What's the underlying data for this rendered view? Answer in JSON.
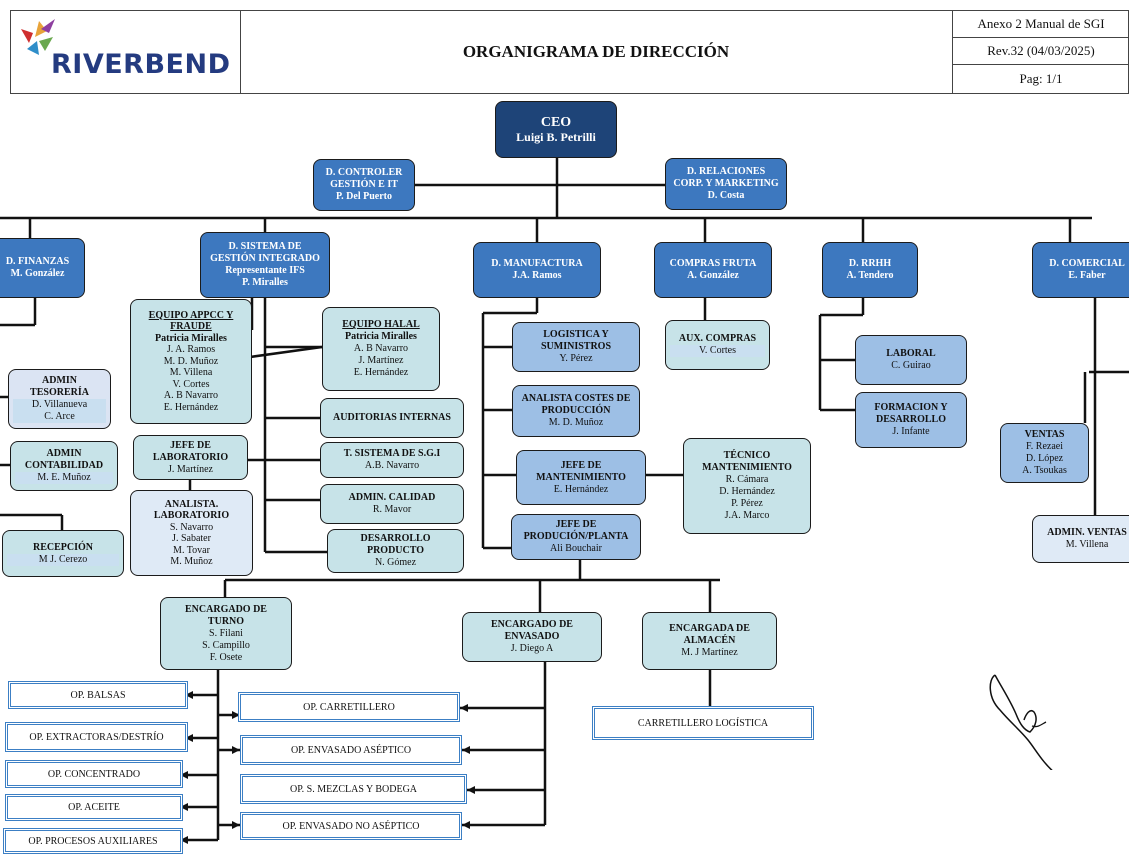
{
  "header": {
    "logo_text": "RIVERBEND",
    "title": "ORGANIGRAMA DE DIRECCIÓN",
    "annex": "Anexo 2 Manual de SGI",
    "revision": "Rev.32 (04/03/2025)",
    "page": "Pag: 1/1"
  },
  "colors": {
    "navy": "#1e4478",
    "blue": "#3d78bf",
    "light_blue": "#9dbfe5",
    "teal": "#c7e3e8",
    "border": "#3c7fc4"
  },
  "ceo": {
    "title": "CEO",
    "name": "Luigi B. Petrilli"
  },
  "controller": {
    "title": "D. CONTROLER\nGESTIÓN E IT",
    "name": "P. Del Puerto"
  },
  "relations": {
    "title": "D. RELACIONES\nCORP. Y MARKETING",
    "name": "D. Costa"
  },
  "finance": {
    "title": "D. FINANZAS",
    "name": "M. González"
  },
  "sgi": {
    "title": "D. SISTEMA DE\nGESTIÓN INTEGRADO\nRepresentante IFS",
    "name": "P. Miralles"
  },
  "manufacturing": {
    "title": "D.  MANUFACTURA",
    "name": "J.A. Ramos"
  },
  "fruit": {
    "title": "COMPRAS FRUTA",
    "name": "A. González"
  },
  "hr": {
    "title": "D. RRHH",
    "name": "A. Tendero"
  },
  "commercial": {
    "title": "D.  COMERCIAL",
    "name": "E. Faber"
  },
  "treasury": {
    "title": "ADMIN\nTESORERÍA",
    "name": "D. Villanueva\nC. Arce"
  },
  "accounting": {
    "title": "ADMIN\nCONTABILIDAD",
    "name": "M. E. Muñoz"
  },
  "reception": {
    "title": "RECEPCIÓN",
    "name": "M J. Cerezo"
  },
  "appcc": {
    "title": "EQUIPO APPCC Y\nFRAUDE",
    "lead": "Patricia Miralles",
    "names": "J. A. Ramos\nM. D. Muñoz\nM. Villena\nV. Cortes\nA. B Navarro\nE. Hernández"
  },
  "lab_head": {
    "title": "JEFE DE\nLABORATORIO",
    "name": "J. Martínez"
  },
  "lab_analyst": {
    "title": "ANALISTA.\nLABORATORIO",
    "name": "S. Navarro\nJ. Sabater\nM. Tovar\nM. Muñoz"
  },
  "halal": {
    "title": "EQUIPO HALAL",
    "lead": "Patricia Miralles",
    "names": "A. B Navarro\nJ. Martínez\nE. Hernández"
  },
  "audits": {
    "title": "AUDITORIAS INTERNAS"
  },
  "sgi_tech": {
    "title": "T. SISTEMA DE S.G.I",
    "name": "A.B. Navarro"
  },
  "quality": {
    "title": "ADMIN. CALIDAD",
    "name": "R. Mavor"
  },
  "product_dev": {
    "title": "DESARROLLO\nPRODUCTO",
    "name": "N. Gómez"
  },
  "logistics": {
    "title": "LOGISTICA Y\nSUMINISTROS",
    "name": "Y. Pérez"
  },
  "costs": {
    "title": "ANALISTA COSTES DE\nPRODUCCIÓN",
    "name": "M. D. Muñoz"
  },
  "maintenance": {
    "title": "JEFE DE\nMANTENIMIENTO",
    "name": "E. Hernández"
  },
  "maint_tech": {
    "title": "TÉCNICO\nMANTENIMIENTO",
    "name": "R. Cámara\nD. Hernández\nP. Pérez\nJ.A. Marco"
  },
  "plant": {
    "title": "JEFE DE\nPRODUCIÓN/PLANTA",
    "name": "Ali Bouchair"
  },
  "purch_aux": {
    "title": "AUX. COMPRAS",
    "name": "V. Cortes"
  },
  "labor": {
    "title": "LABORAL",
    "name": "C. Guirao"
  },
  "training": {
    "title": "FORMACION Y\nDESARROLLO",
    "name": "J. Infante"
  },
  "sales": {
    "title": "VENTAS",
    "name": "F. Rezaei\nD. López\nA. Tsoukas"
  },
  "sales_admin": {
    "title": "ADMIN. VENTAS",
    "name": "M. Villena"
  },
  "shift": {
    "title": "ENCARGADO DE\nTURNO",
    "name": "S. Filani\nS. Campillo\nF. Osete"
  },
  "packing": {
    "title": "ENCARGADO DE\nENVASADO",
    "name": "J. Diego A"
  },
  "warehouse": {
    "title": "ENCARGADA DE\nALMACÉN",
    "name": "M. J Martínez"
  },
  "ops": {
    "balsas": "OP. BALSAS",
    "extractoras": "OP. EXTRACTORAS/DESTRÍO",
    "concentrado": "OP. CONCENTRADO",
    "aceite": "OP. ACEITE",
    "auxiliares": "OP. PROCESOS AUXILIARES",
    "carretillero": "OP. CARRETILLERO",
    "aseptico": "OP. ENVASADO ASÉPTICO",
    "mezclas": "OP. S. MEZCLAS Y BODEGA",
    "no_aseptico": "OP. ENVASADO NO ASÉPTICO",
    "logistica": "CARRETILLERO LOGÍSTICA"
  }
}
